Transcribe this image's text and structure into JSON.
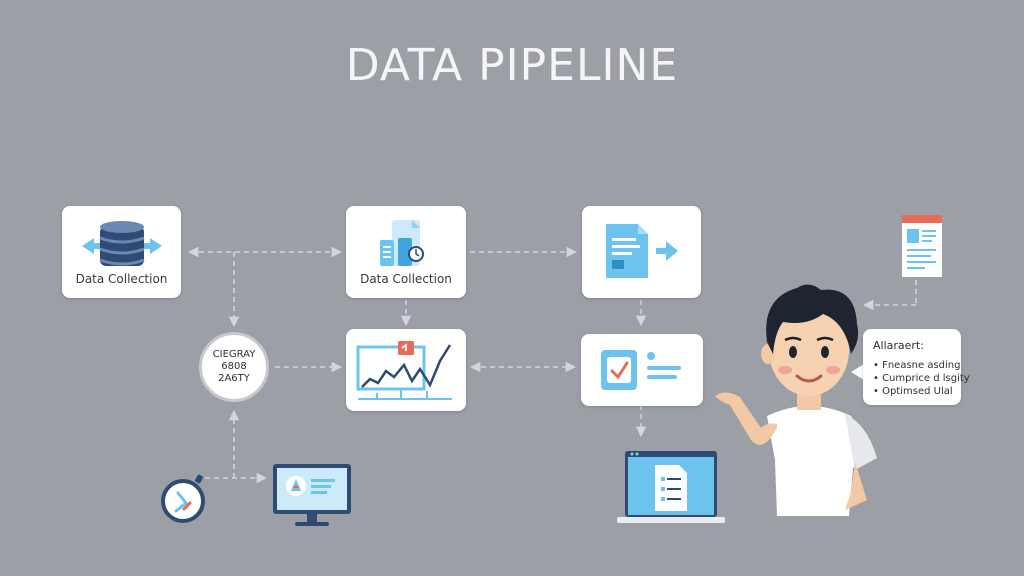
{
  "title": "DATA PIPELINE",
  "nodes": {
    "collection_1": {
      "label": "Data Collection",
      "icon": "database-sync-icon"
    },
    "collection_2": {
      "label": "Data Collection",
      "icon": "documents-icon"
    },
    "export_doc": {
      "icon": "document-export-icon"
    },
    "analytics_chart": {
      "icon": "line-chart-icon"
    },
    "validation": {
      "icon": "checked-document-icon"
    },
    "category_circle": {
      "lines": [
        "CIEGRAY",
        "6808",
        "2A6TY"
      ]
    },
    "report_page": {
      "icon": "report-page-icon"
    },
    "monitor": {
      "icon": "monitor-dashboard-icon"
    },
    "stopwatch": {
      "icon": "stopwatch-icon"
    },
    "laptop": {
      "icon": "laptop-document-icon"
    }
  },
  "speech_bubble": {
    "title": "Allaraert:",
    "items": [
      "Fneasne asding",
      "Cumprice d lsgity",
      "Optimsed Ulal"
    ]
  },
  "character": {
    "icon": "presenter-person-illustration"
  },
  "colors": {
    "background": "#9d9fa7",
    "accent_blue": "#6cc4ee",
    "dark_navy": "#2f4a73",
    "alert_red": "#e96b56",
    "connector": "#d3d5db"
  }
}
